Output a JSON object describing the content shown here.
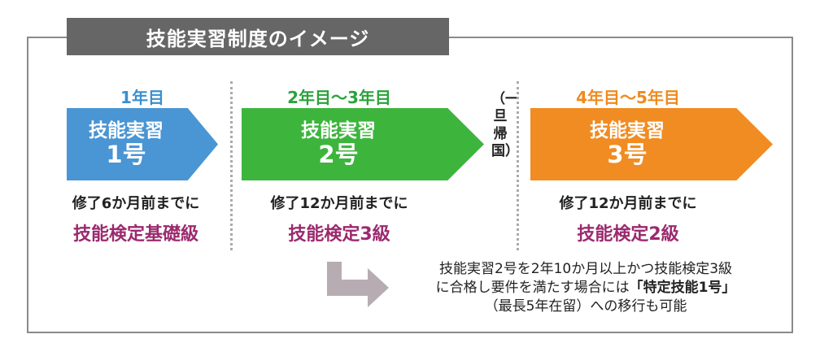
{
  "title": "技能実習制度のイメージ",
  "stages": [
    {
      "year": "1年目",
      "line1": "技能実習",
      "line2": "1号",
      "requirement": "修了6か月前までに",
      "exam": "技能検定基礎級",
      "color": "#4a95d3",
      "year_color": "#3a8fd0"
    },
    {
      "year": "2年目～3年目",
      "line1": "技能実習",
      "line2": "2号",
      "requirement": "修了12か月前までに",
      "exam": "技能検定3級",
      "color": "#3db53d",
      "year_color": "#2aa33a"
    },
    {
      "year": "4年目～5年目",
      "line1": "技能実習",
      "line2": "3号",
      "requirement": "修了12か月前までに",
      "exam": "技能検定2級",
      "color": "#f08c22",
      "year_color": "#f08a1d"
    }
  ],
  "return_home": "（一旦帰国）",
  "note": {
    "line1": "技能実習2号を2年10か月以上かつ技能検定3級",
    "line2a": "に合格し要件を満たす場合には",
    "line2b": "「特定技能1号」",
    "line3": "（最長5年在留）への移行も可能"
  }
}
